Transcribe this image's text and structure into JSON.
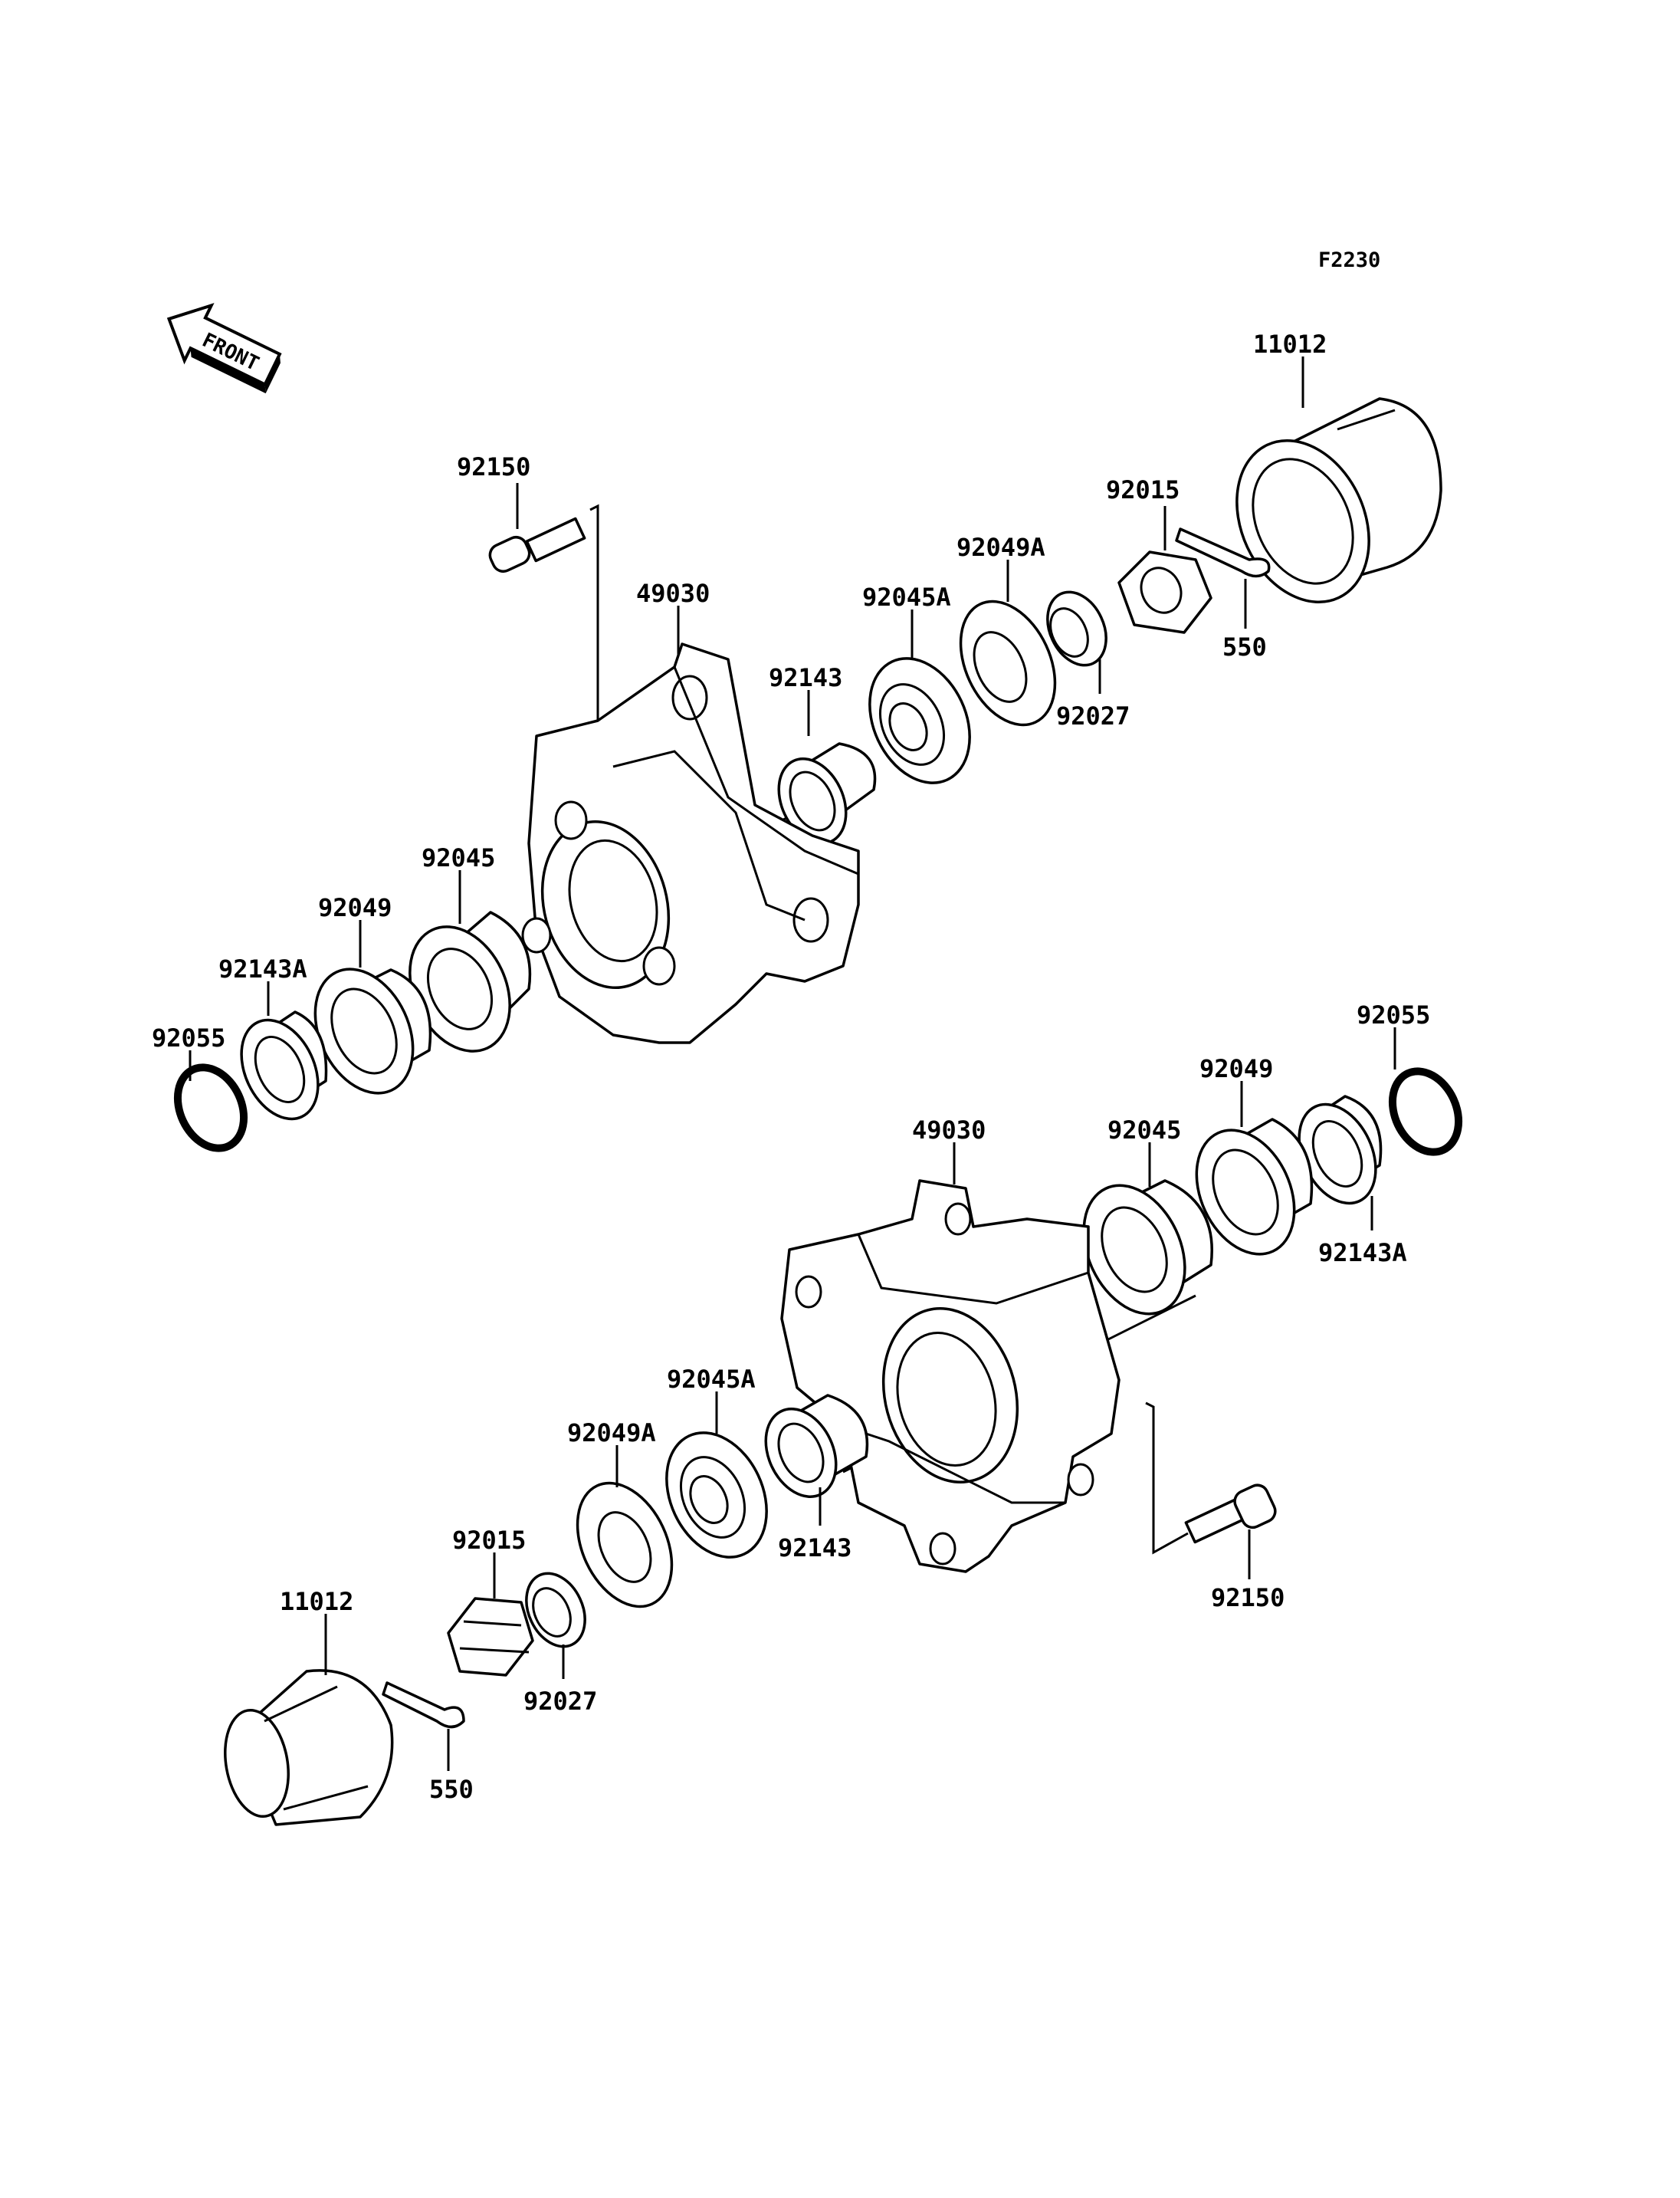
{
  "diagram": {
    "ref_code": "F2230",
    "front_label": "FRONT",
    "parts_top": {
      "p11012": "11012",
      "p92015": "92015",
      "p92150": "92150",
      "p92049A": "92049A",
      "p49030": "49030",
      "p92045A": "92045A",
      "p92143": "92143",
      "p550": "550",
      "p92027": "92027",
      "p92045": "92045",
      "p92049": "92049",
      "p92143A": "92143A",
      "p92055": "92055"
    },
    "parts_bottom": {
      "p92055": "92055",
      "p92049": "92049",
      "p49030": "49030",
      "p92045": "92045",
      "p92143A": "92143A",
      "p92045A": "92045A",
      "p92049A": "92049A",
      "p92015": "92015",
      "p92143": "92143",
      "p11012": "11012",
      "p92150": "92150",
      "p92027": "92027",
      "p550": "550"
    }
  }
}
